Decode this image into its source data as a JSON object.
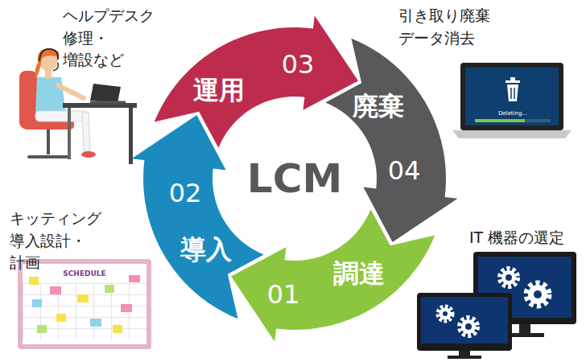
{
  "diagram": {
    "nodes": [
      {
        "text": [
          "調達",
          "01"
        ]
      },
      {
        "text": [
          "導入",
          "02"
        ]
      },
      {
        "text": [
          "運用",
          "03"
        ]
      },
      {
        "text": [
          "廃棄",
          "04"
        ]
      }
    ],
    "labels": [
      "ヘルプデスク 修理・増設など",
      "引き取り廃棄 データ消去",
      "キッティング 導入設計・計画",
      "IT 機器の選定",
      "LCM",
      "SCHEDULE",
      "Deleting..."
    ]
  }
}
